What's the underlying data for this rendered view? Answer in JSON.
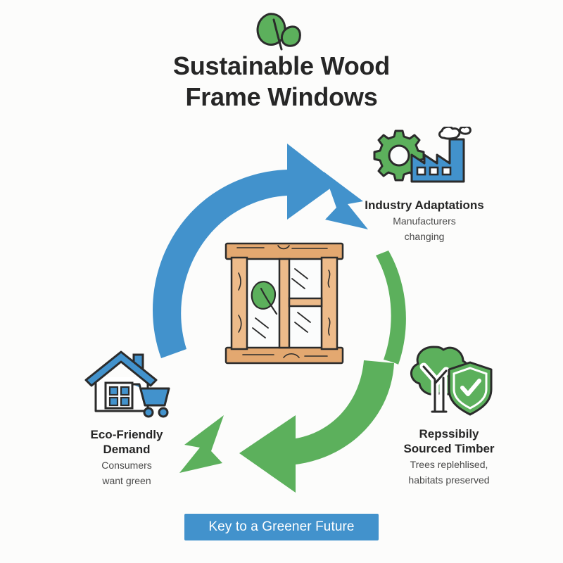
{
  "page": {
    "background_color": "#fcfcfb"
  },
  "header": {
    "leaf_icon": "leaf-icon",
    "title_line_1": "Sustainable Wood",
    "title_line_2": "Frame Windows"
  },
  "center": {
    "illustration": "wood-frame-window-illustration",
    "leaf_accent": "leaf-icon"
  },
  "colors": {
    "blue": "#4292cc",
    "blue_dark": "#3b85bd",
    "green": "#5cb05c",
    "green_dark": "#4e9b4e",
    "wood": "#e3a870",
    "wood_light": "#edbb8a",
    "outline": "#2b2b2b",
    "text_dark": "#262626",
    "text_muted": "#4a4a4a",
    "glass": "#fbfcfc"
  },
  "cycle": {
    "arrows": [
      {
        "name": "blue-arrow-demand-to-industry",
        "color": "#4292cc",
        "direction": "clockwise-up-right"
      },
      {
        "name": "blue-chevron-industry",
        "color": "#4292cc",
        "direction": "right"
      },
      {
        "name": "green-arc-industry-to-timber",
        "color": "#5cb05c",
        "direction": "clockwise-down"
      },
      {
        "name": "green-arrow-timber-to-demand",
        "color": "#5cb05c",
        "direction": "left"
      },
      {
        "name": "green-chevron-demand",
        "color": "#5cb05c",
        "direction": "left"
      }
    ],
    "nodes": [
      {
        "id": "industry",
        "icon": "gear-factory-icon",
        "title": "Industry Adaptations",
        "subtitle_line_1": "Manufacturers",
        "subtitle_line_2": "changing"
      },
      {
        "id": "timber",
        "icon": "tree-shield-icon",
        "title_line_1": "Repssibily",
        "title_line_2": "Sourced Timber",
        "subtitle_line_1": "Trees replehlised,",
        "subtitle_line_2": "habitats preserved"
      },
      {
        "id": "demand",
        "icon": "house-cart-icon",
        "title_line_1": "Eco-Friendly",
        "title_line_2": "Demand",
        "subtitle_line_1": "Consumers",
        "subtitle_line_2": "want green"
      }
    ]
  },
  "footer": {
    "banner_text": "Key to a Greener Future",
    "banner_color": "#4292cc"
  }
}
